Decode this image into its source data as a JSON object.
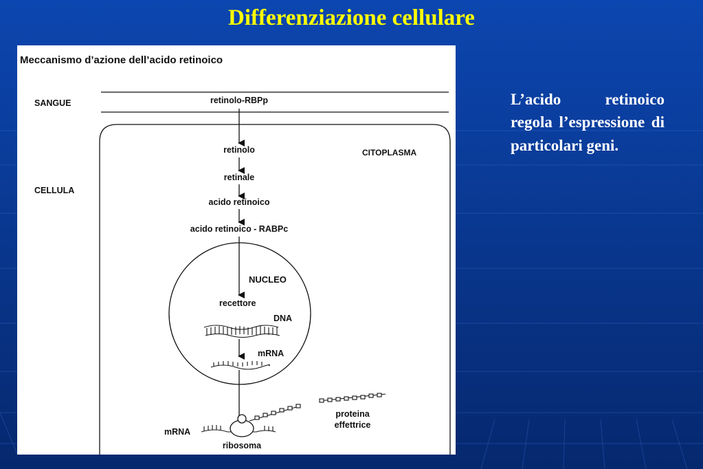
{
  "slide": {
    "title": "Differenziazione cellulare",
    "description": "L’acido retinoico regola l’espressione di particolari geni."
  },
  "figure": {
    "heading": "Meccanismo d’azione dell’acido retinoico",
    "regions": {
      "blood": "SANGUE",
      "cell": "CELLULA",
      "cytoplasm": "CITOPLASMA",
      "nucleus": "NUCLEO"
    },
    "steps": {
      "retinol_rbpp": "retinolo-RBPp",
      "retinol": "retinolo",
      "retinal": "retinale",
      "retinoic_acid": "acido retinoico",
      "retinoic_acid_rabpc": "acido retinoico - RABPc",
      "receptor": "recettore",
      "dna": "DNA",
      "mrna_nucleus": "mRNA",
      "mrna_cytoplasm": "mRNA",
      "ribosome": "ribosoma",
      "effector_protein_line1": "proteina",
      "effector_protein_line2": "effettrice"
    }
  },
  "colors": {
    "background": "#0a3d9c",
    "title": "#ffff00",
    "text": "#ffffff",
    "figure_bg": "#ffffff",
    "ink": "#111111"
  }
}
